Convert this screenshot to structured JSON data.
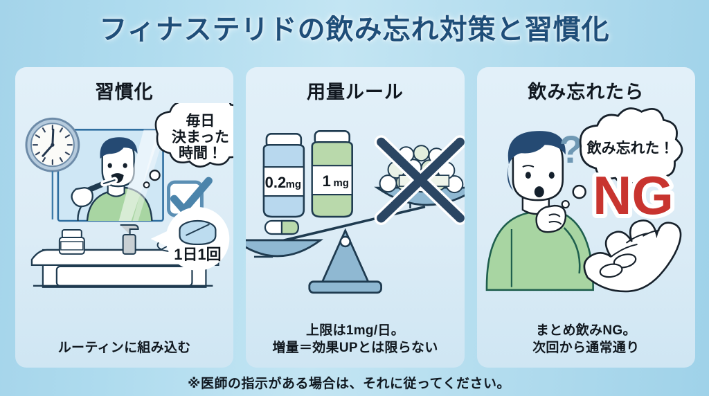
{
  "title": "フィナステリドの飲み忘れ対策と習慣化",
  "colors": {
    "background_light": "#aedbee",
    "panel_fill": "#dfeef7",
    "title_text": "#1f4e79",
    "body_text": "#101820",
    "accent_blue": "#5b8fb4",
    "ink_navy": "#1f3b5c",
    "ng_red": "#c8342f",
    "shirt_green": "#a8d5a2",
    "hair_navy": "#254a73"
  },
  "panels": [
    {
      "id": "habit",
      "title": "習慣化",
      "caption": "ルーティンに組み込む",
      "bubble": [
        "毎日",
        "決まった",
        "時間！"
      ],
      "badge": "1日1回",
      "icons": [
        "wall-clock-icon",
        "mirror-icon",
        "person-brushing-teeth-icon",
        "checkbox-checked-icon",
        "pill-icon",
        "sink-icon",
        "bottle-icon",
        "soap-dispenser-icon"
      ]
    },
    {
      "id": "dosage",
      "title": "用量ルール",
      "caption_lines": [
        "上限は1mg/日。",
        "増量＝効果UPとは限らない"
      ],
      "vials": [
        {
          "label_value": "0.2",
          "label_unit": "mg",
          "fill": "#b8d8ee"
        },
        {
          "label_value": "1",
          "label_unit": "mg",
          "fill": "#b9d9ab"
        }
      ],
      "icons": [
        "vial-icon",
        "balance-scale-icon",
        "pill-capsule-icon",
        "pill-pile-icon",
        "x-cross-icon"
      ]
    },
    {
      "id": "missed-dose",
      "title": "飲み忘れたら",
      "caption_lines": [
        "まとめ飲みNG。",
        "次回から通常通り"
      ],
      "bubble": "飲み忘れた！",
      "question_mark": "?",
      "ng_label": "NG",
      "icons": [
        "thinking-person-icon",
        "question-mark-icon",
        "thought-bubble-icon",
        "ng-stamp-icon",
        "open-hand-with-pills-icon"
      ]
    }
  ],
  "footer_note": "※医師の指示がある場合は、それに従ってください。"
}
